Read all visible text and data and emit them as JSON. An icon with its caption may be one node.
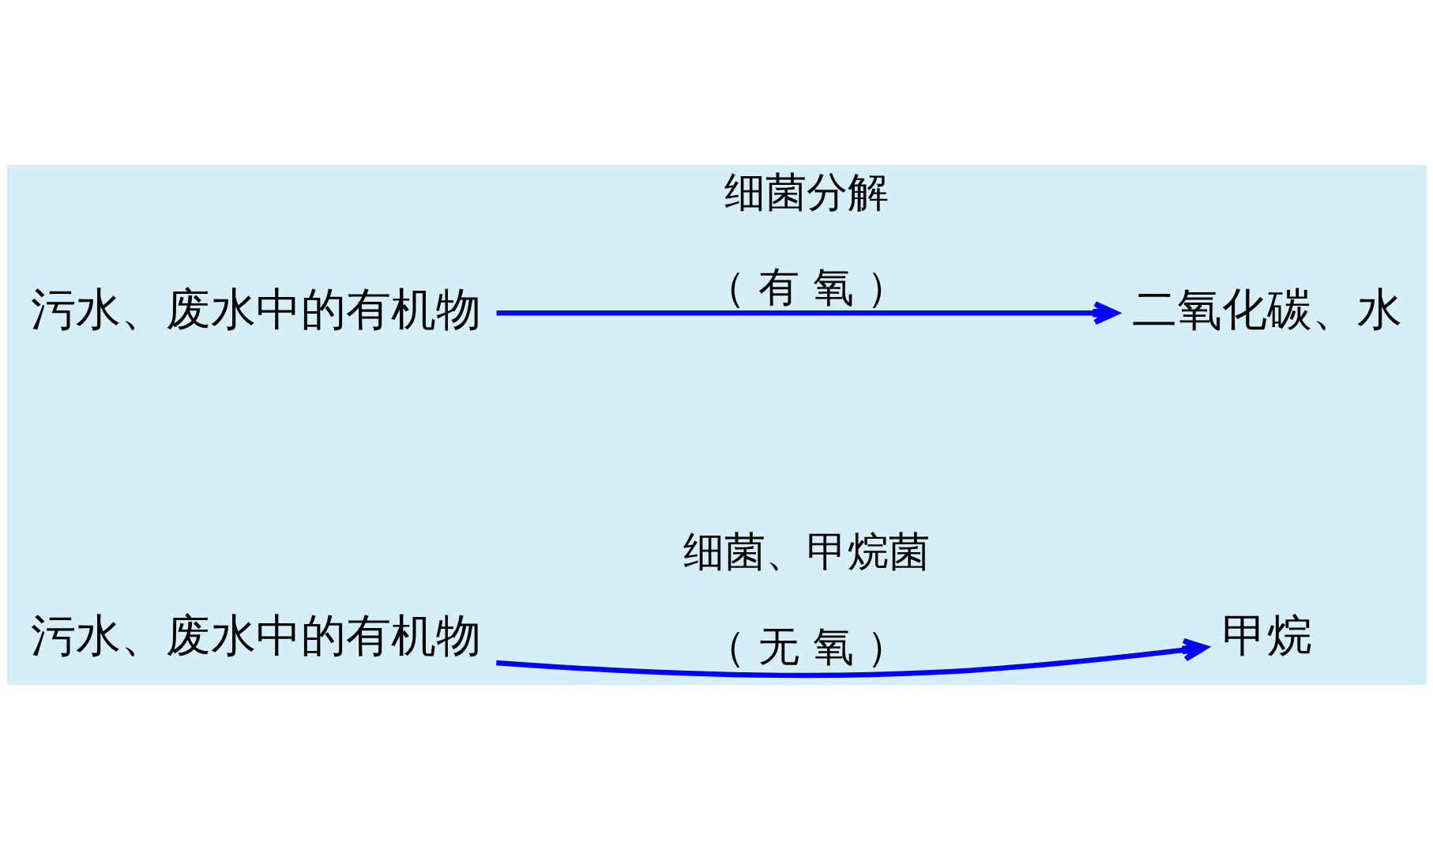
{
  "diagram": {
    "nodes": [
      {
        "text": [
          "污水、废水中的有机物"
        ]
      },
      {
        "text": [
          "甲烷"
        ]
      },
      {
        "text": [
          "污水、废水中的有机物"
        ]
      },
      {
        "text": [
          "二氧化碳、水"
        ]
      }
    ],
    "edges": [
      {
        "from": 0,
        "to": 1,
        "arrow": "to",
        "label": "细菌、甲烷菌"
      },
      {
        "from": 2,
        "to": 3,
        "arrow": "to",
        "label": "细菌分解"
      }
    ],
    "labels": [
      "（ 无 氧 ）",
      "（ 有 氧 ）"
    ]
  }
}
